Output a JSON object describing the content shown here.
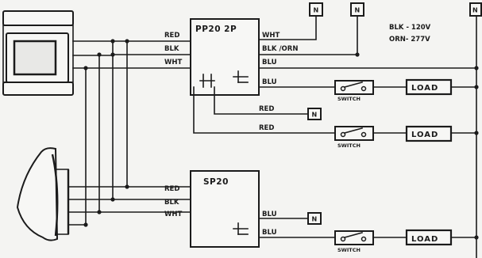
{
  "modules": {
    "pp20": {
      "title": "PP20 2P"
    },
    "sp20": {
      "title": "SP20"
    }
  },
  "wire_labels": {
    "red": "RED",
    "blk": "BLK",
    "wht": "WHT",
    "blk_orn": "BLK /ORN",
    "blu": "BLU"
  },
  "neutral_label": "N",
  "load_label": "LOAD",
  "switch_label": "SWITCH",
  "legend": {
    "line1": "BLK - 120V",
    "line2": "ORN- 277V"
  },
  "colors": {
    "ink": "#1b1b1b",
    "paper": "#f4f4f2"
  }
}
